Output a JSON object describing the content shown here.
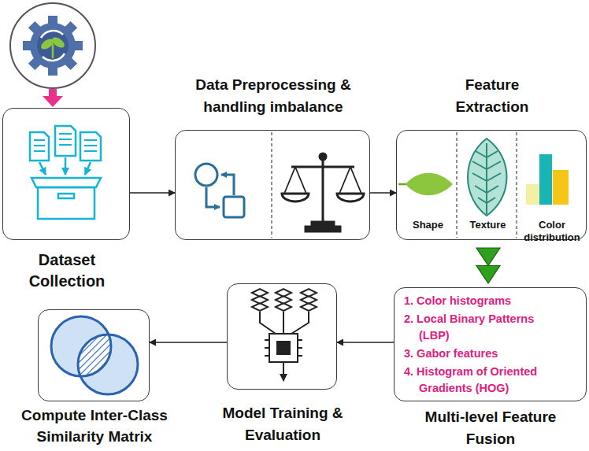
{
  "diagram": {
    "nodes": [
      {
        "text": [
          "Dataset Collection"
        ]
      },
      {
        "text": [
          "Data Preprocessing & handling imbalance"
        ]
      },
      {
        "text": [
          "Feature Extraction",
          "Shape",
          "Texture",
          "Color distribution"
        ]
      },
      {
        "text": [
          "1. Color histograms",
          "2. Local Binary Patterns (LBP)",
          "3. Gabor features",
          "4. Histogram of Oriented Gradients (HOG)",
          "Multi-level Feature Fusion"
        ]
      },
      {
        "text": [
          "Model Training & Evaluation"
        ]
      },
      {
        "text": [
          "Compute Inter-Class Similarity Matrix"
        ]
      }
    ],
    "edges": [
      {
        "from": 0,
        "to": 1,
        "arrow": "to"
      },
      {
        "from": 1,
        "to": 2,
        "arrow": "to"
      },
      {
        "from": 2,
        "to": 3,
        "arrow": "to"
      },
      {
        "from": 3,
        "to": 4,
        "arrow": "to"
      },
      {
        "from": 4,
        "to": 5,
        "arrow": "to"
      }
    ]
  }
}
